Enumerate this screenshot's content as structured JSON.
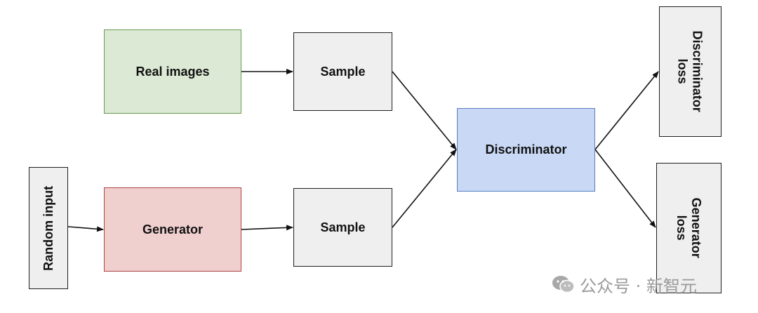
{
  "diagram": {
    "nodes": {
      "real_images": "Real images",
      "sample_top": "Sample",
      "random_input": "Random input",
      "generator": "Generator",
      "sample_bottom": "Sample",
      "discriminator": "Discriminator",
      "discriminator_loss": "Discriminator loss",
      "generator_loss": "Generator loss"
    }
  },
  "watermark": {
    "text": "公众号 · 新智元",
    "icon": "wechat-icon"
  },
  "colors": {
    "real_images_fill": "#dce9d5",
    "real_images_border": "#6a9a52",
    "generator_fill": "#f0cfcf",
    "generator_border": "#b04545",
    "discriminator_fill": "#c9d9f5",
    "discriminator_border": "#5a7fc0",
    "neutral_fill": "#efefef",
    "watermark": "#9a9a9a"
  }
}
